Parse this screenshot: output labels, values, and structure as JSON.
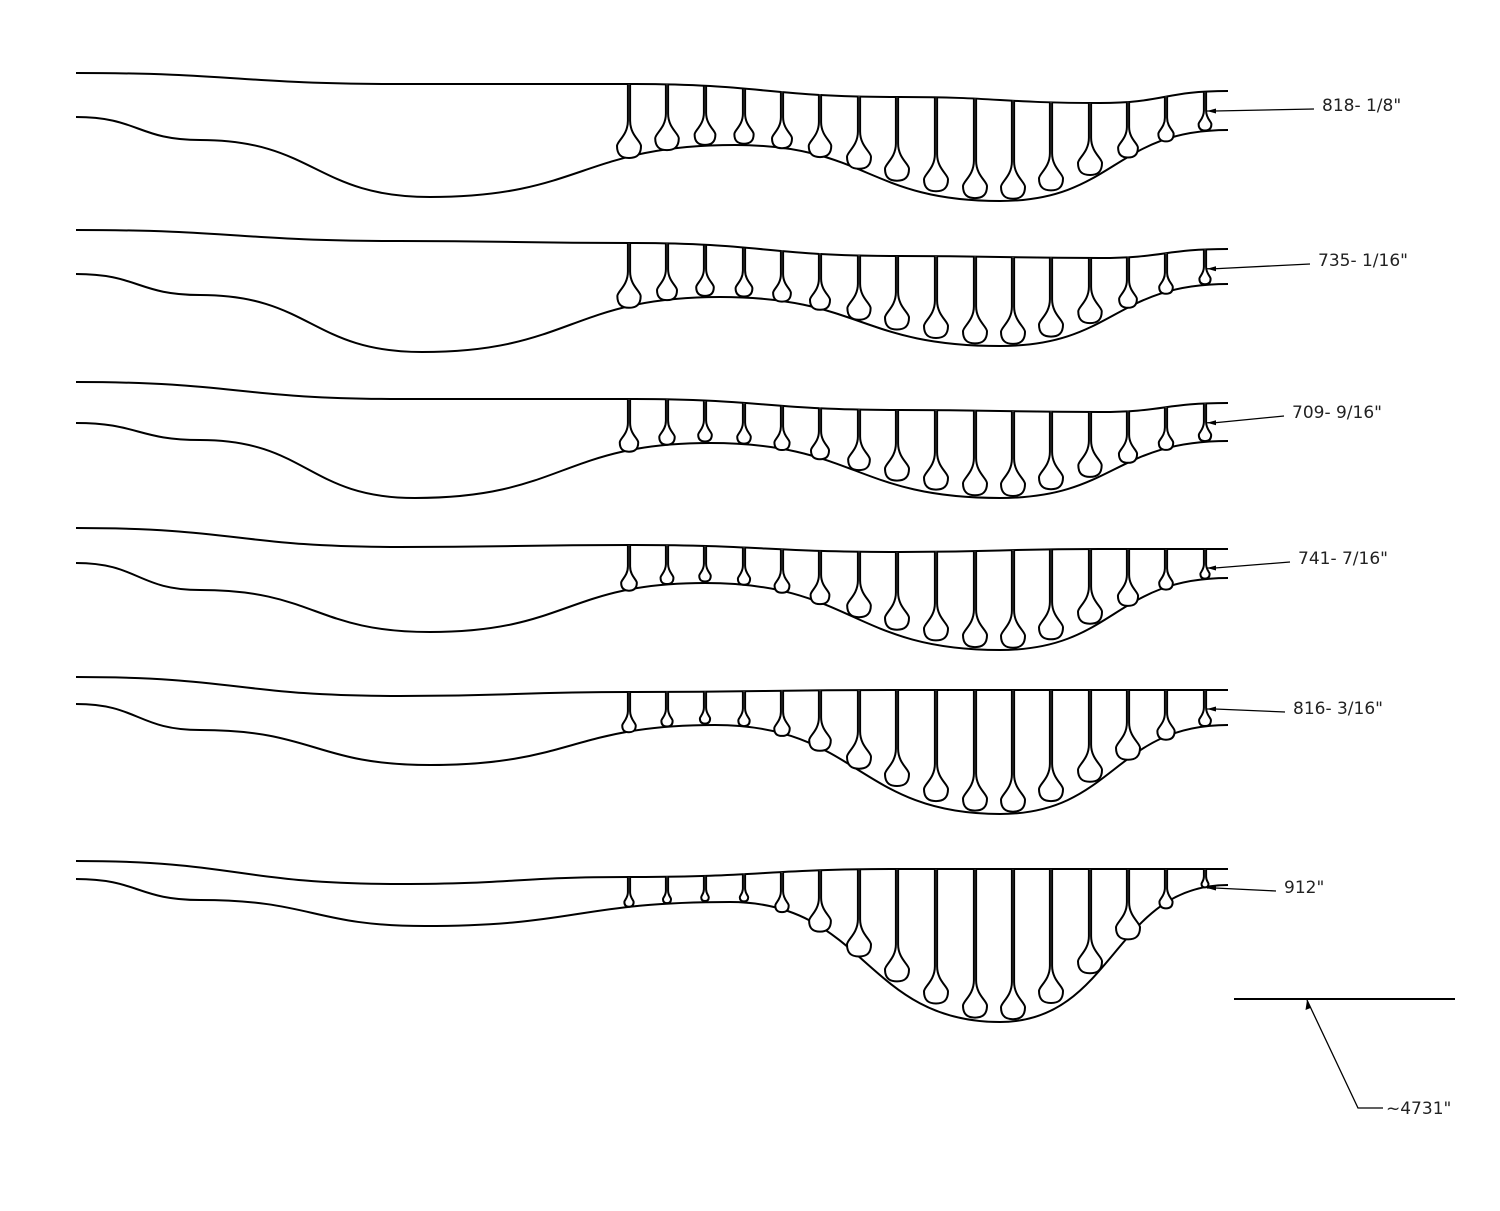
{
  "colors": {
    "stroke": "#000000",
    "text": "#222222",
    "background": "#ffffff"
  },
  "strips": [
    {
      "label": "818- 1/8\""
    },
    {
      "label": "735- 1/16\""
    },
    {
      "label": "709- 9/16\""
    },
    {
      "label": "741- 7/16\""
    },
    {
      "label": "816- 3/16\""
    },
    {
      "label": "912\""
    }
  ],
  "total": {
    "label": "~4731\""
  }
}
